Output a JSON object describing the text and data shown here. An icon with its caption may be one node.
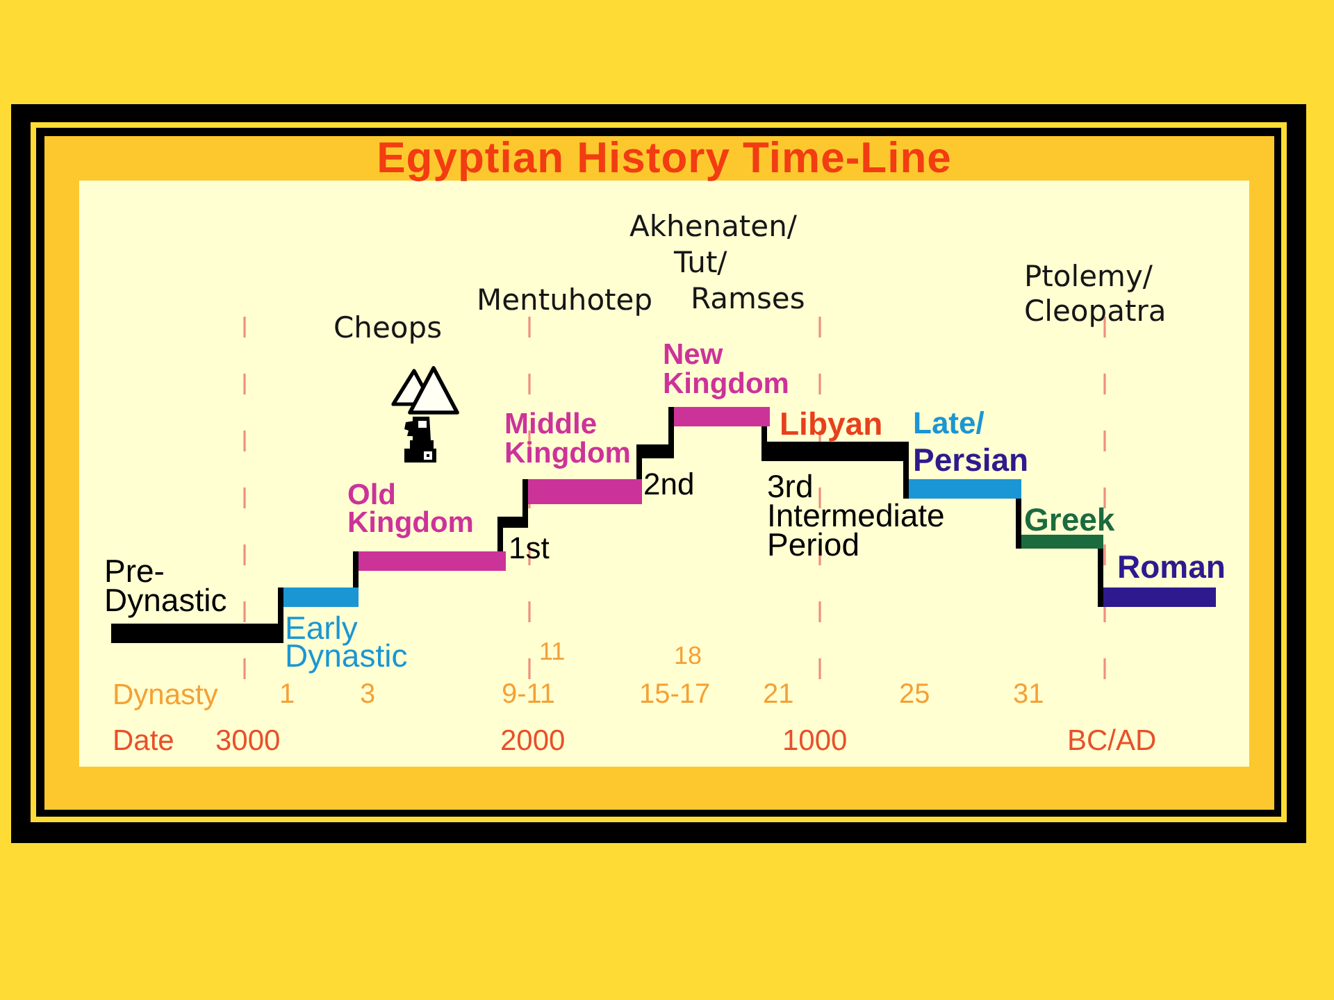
{
  "diagram": {
    "title": "Egyptian History Time-Line",
    "nodes": [
      {
        "text": [],
        "shape": "bar",
        "beside": [
          "Pre-Dynastic"
        ]
      },
      {
        "text": [],
        "shape": "bar",
        "beside": [
          "Early Dynastic"
        ]
      },
      {
        "text": [],
        "shape": "bar",
        "beside": [
          "Old Kingdom"
        ]
      },
      {
        "text": [],
        "shape": "bar",
        "beside": [
          "1st"
        ]
      },
      {
        "text": [],
        "shape": "bar",
        "beside": [
          "Middle Kingdom"
        ]
      },
      {
        "text": [],
        "shape": "bar",
        "beside": [
          "2nd"
        ]
      },
      {
        "text": [],
        "shape": "bar",
        "beside": [
          "New Kingdom"
        ]
      },
      {
        "text": [],
        "shape": "bar",
        "beside": [
          "Libyan",
          "3rd Intermediate Period"
        ]
      },
      {
        "text": [],
        "shape": "bar",
        "beside": [
          "Late/",
          "Persian"
        ]
      },
      {
        "text": [],
        "shape": "bar",
        "beside": [
          "Greek"
        ]
      },
      {
        "text": [],
        "shape": "bar",
        "beside": [
          "Roman"
        ]
      }
    ],
    "edges": [
      {
        "from": 0,
        "to": 1,
        "arrow": "none"
      },
      {
        "from": 1,
        "to": 2,
        "arrow": "none"
      },
      {
        "from": 2,
        "to": 3,
        "arrow": "none"
      },
      {
        "from": 3,
        "to": 4,
        "arrow": "none"
      },
      {
        "from": 4,
        "to": 5,
        "arrow": "none"
      },
      {
        "from": 5,
        "to": 6,
        "arrow": "none"
      },
      {
        "from": 6,
        "to": 7,
        "arrow": "none"
      },
      {
        "from": 7,
        "to": 8,
        "arrow": "none"
      },
      {
        "from": 8,
        "to": 9,
        "arrow": "none"
      },
      {
        "from": 9,
        "to": 10,
        "arrow": "none"
      }
    ],
    "labels": [
      "Cheops",
      "Mentuhotep",
      "Akhenaten/",
      "Tut/",
      "Ramses",
      "Ptolemy/ Cleopatra",
      "11",
      "18",
      "Dynasty",
      "1",
      "3",
      "9-11",
      "15-17",
      "21",
      "25",
      "31",
      "Date",
      "3000",
      "2000",
      "1000",
      "BC/AD"
    ]
  }
}
